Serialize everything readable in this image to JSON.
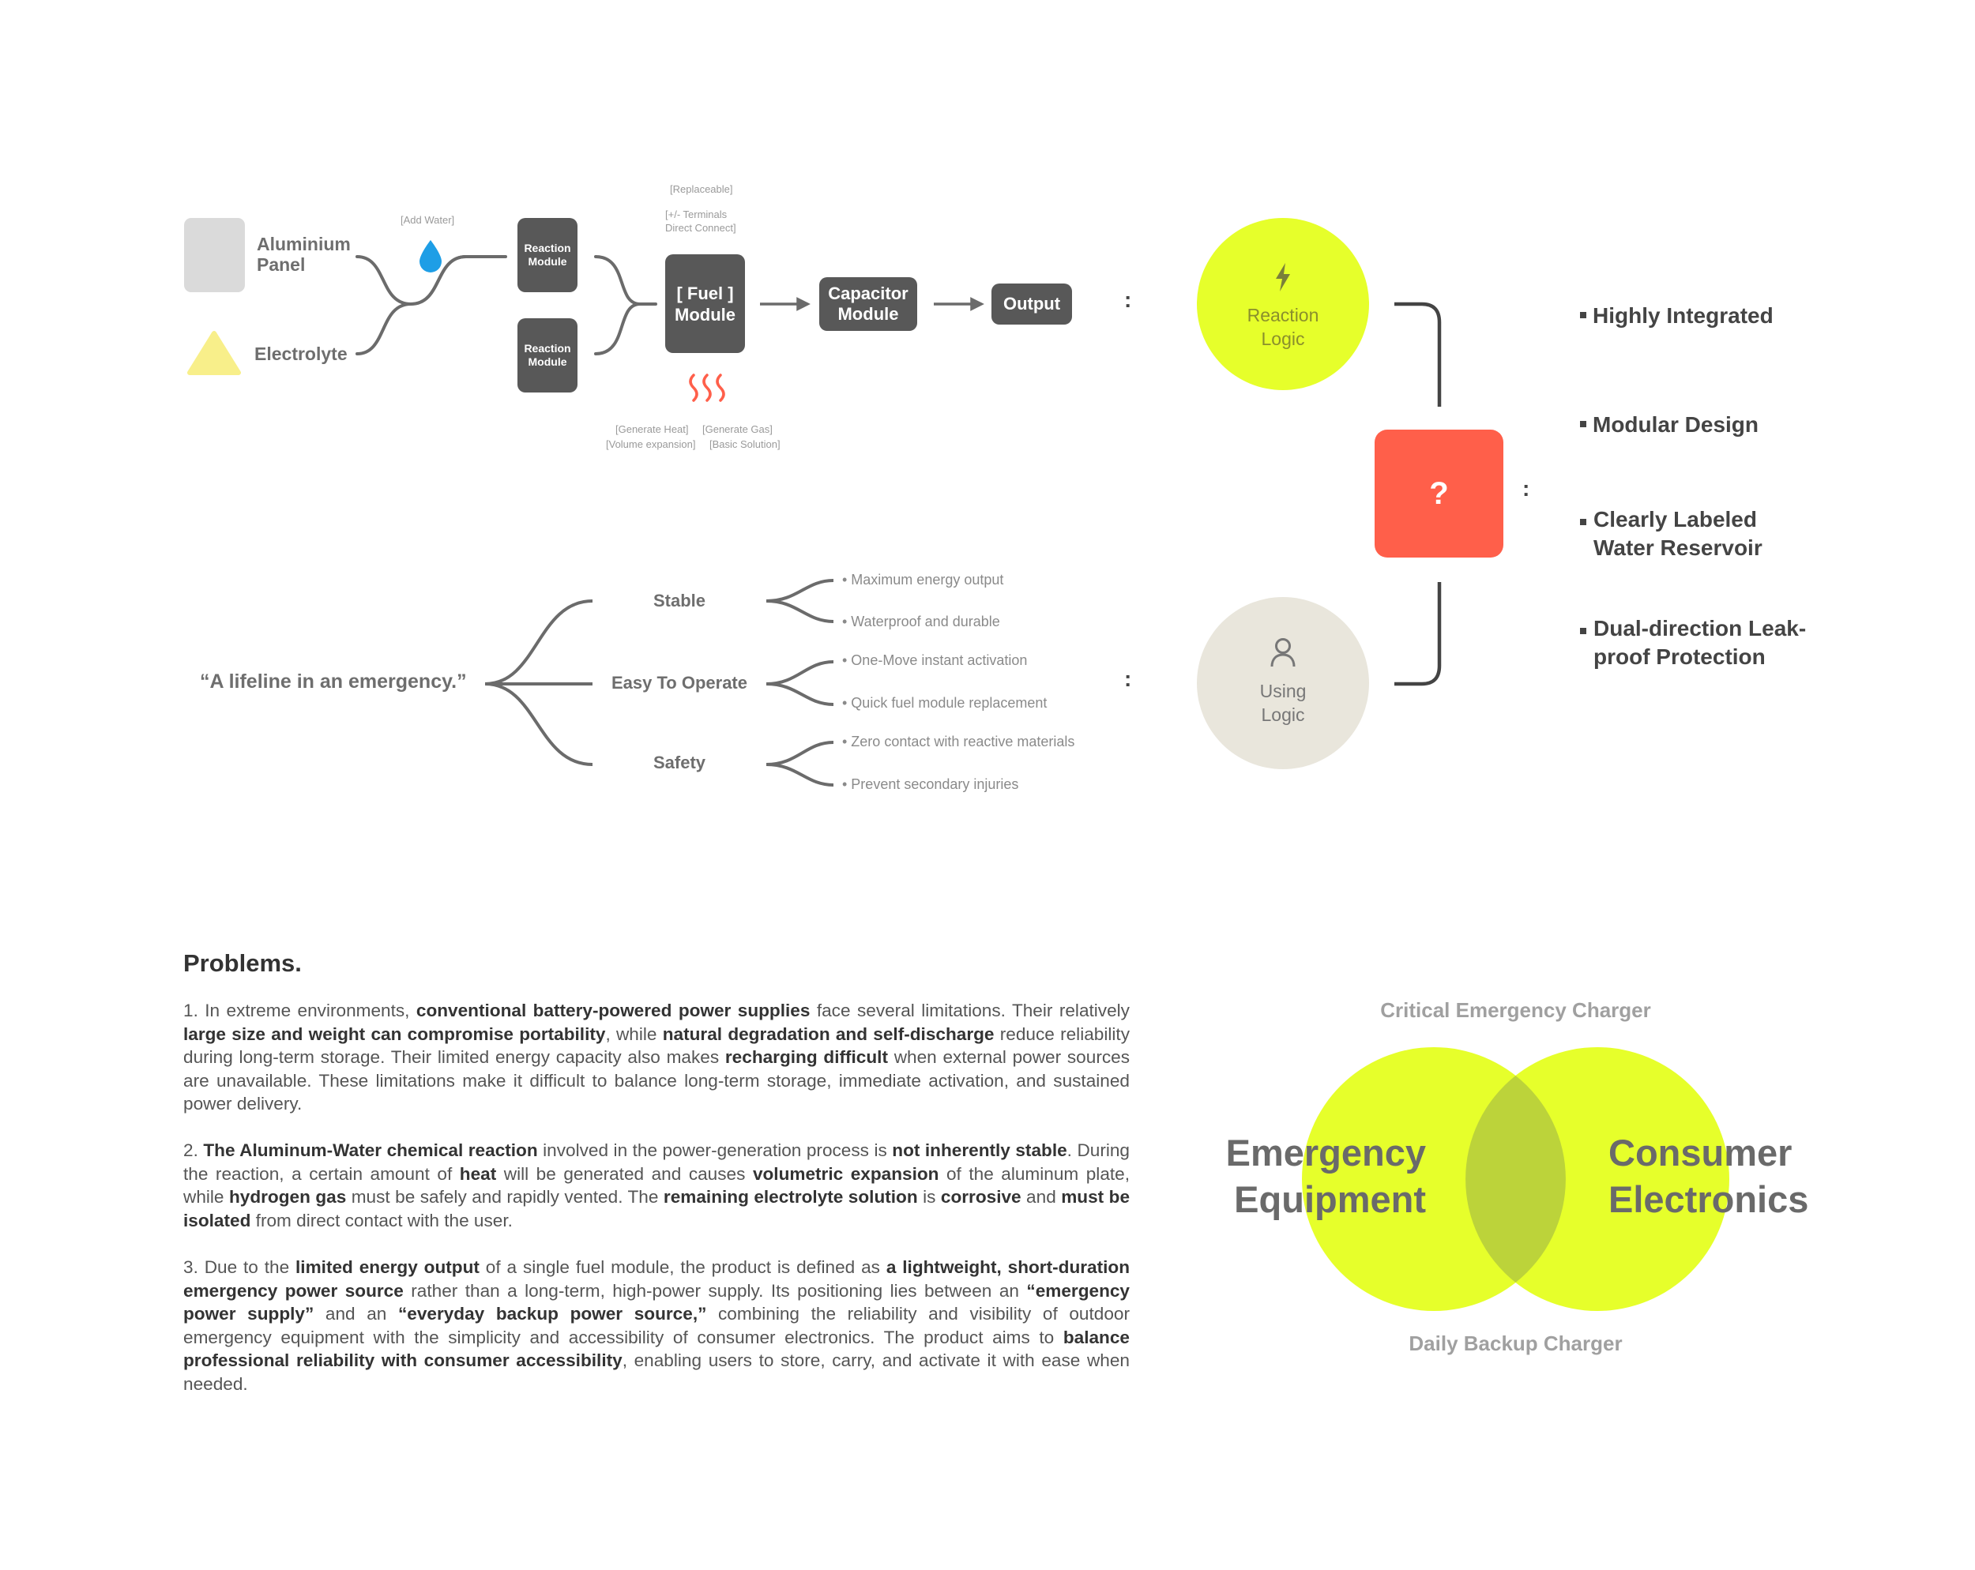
{
  "flow": {
    "aluminium": "Aluminium\nPanel",
    "electrolyte": "Electrolyte",
    "add_water": "[Add Water]",
    "reaction_module_1": "Reaction\nModule",
    "reaction_module_2": "Reaction\nModule",
    "replaceable": "[Replaceable]",
    "terminals": "[+/- Terminals\nDirect Connect]",
    "fuel_module": "[ Fuel ]\nModule",
    "capacitor_module": "Capacitor\nModule",
    "output": "Output",
    "generate_heat": "[Generate Heat]",
    "generate_gas": "[Generate Gas]",
    "volume_expansion": "[Volume expansion]",
    "basic_solution": "[Basic Solution]"
  },
  "logic": {
    "reaction_logic": "Reaction\nLogic",
    "using_logic": "Using\nLogic",
    "question": "?"
  },
  "features": [
    "Highly Integrated",
    "Modular Design",
    "Clearly Labeled\nWater Reservoir",
    "Dual-direction Leak-\nproof Protection"
  ],
  "tree": {
    "quote": "“A lifeline in an emergency.”",
    "branches": [
      {
        "name": "Stable",
        "details": [
          "• Maximum energy output",
          "• Waterproof and durable"
        ]
      },
      {
        "name": "Easy To Operate",
        "details": [
          "• One-Move instant activation",
          "• Quick fuel module replacement"
        ]
      },
      {
        "name": "Safety",
        "details": [
          "• Zero contact with reactive materials",
          "• Prevent secondary injuries"
        ]
      }
    ]
  },
  "problems": {
    "title": "Problems.",
    "p1": [
      {
        "t": "1. In extreme environments, "
      },
      {
        "t": "conventional battery-powered power supplies",
        "b": true
      },
      {
        "t": " face several limitations. Their relatively "
      },
      {
        "t": "large size and weight can compromise portability",
        "b": true
      },
      {
        "t": ", while "
      },
      {
        "t": "natural degradation and self-discharge",
        "b": true
      },
      {
        "t": " reduce reliability during long-term storage. Their limited energy capacity also makes "
      },
      {
        "t": "recharging difficult",
        "b": true
      },
      {
        "t": " when external power sources are unavailable. These limitations make it difficult to balance long-term storage, immediate activation, and sustained power delivery."
      }
    ],
    "p2": [
      {
        "t": "2. "
      },
      {
        "t": "The Aluminum-Water chemical reaction",
        "b": true
      },
      {
        "t": " involved in the power-generation process is "
      },
      {
        "t": "not inherently stable",
        "b": true
      },
      {
        "t": ". During the reaction, a certain amount of "
      },
      {
        "t": "heat",
        "b": true
      },
      {
        "t": " will be generated and causes "
      },
      {
        "t": "volumetric expansion",
        "b": true
      },
      {
        "t": " of the aluminum plate, while "
      },
      {
        "t": "hydrogen gas",
        "b": true
      },
      {
        "t": " must be safely and rapidly vented. The "
      },
      {
        "t": "remaining electrolyte solution",
        "b": true
      },
      {
        "t": " is "
      },
      {
        "t": "corrosive",
        "b": true
      },
      {
        "t": " and "
      },
      {
        "t": "must be isolated",
        "b": true
      },
      {
        "t": " from direct contact with the user."
      }
    ],
    "p3": [
      {
        "t": "3. Due to the "
      },
      {
        "t": "limited energy output",
        "b": true
      },
      {
        "t": " of a single fuel module, the product is defined as "
      },
      {
        "t": "a lightweight, short-duration emergency power source",
        "b": true
      },
      {
        "t": " rather than a long-term, high-power supply. Its positioning lies between an "
      },
      {
        "t": "“emergency power supply”",
        "b": true
      },
      {
        "t": " and an "
      },
      {
        "t": "“everyday backup power source,”",
        "b": true
      },
      {
        "t": " combining the reliability and visibility of outdoor emergency equipment with the simplicity and accessibility of consumer electronics. The product aims to "
      },
      {
        "t": "balance professional reliability with consumer accessibility",
        "b": true
      },
      {
        "t": ", enabling users to store, carry, and activate it with ease when needed."
      }
    ]
  },
  "venn": {
    "top": "Critical Emergency Charger",
    "bottom": "Daily Backup Charger",
    "left": "Emergency\nEquipment",
    "right": "Consumer\nElectronics"
  },
  "colors": {
    "lime": "#e6ff2b",
    "coral": "#ff5f4a",
    "beige": "#e9e6dc",
    "dark_box": "#585858",
    "water": "#1e9ee6",
    "yellow_tri": "#f8ef8a"
  }
}
